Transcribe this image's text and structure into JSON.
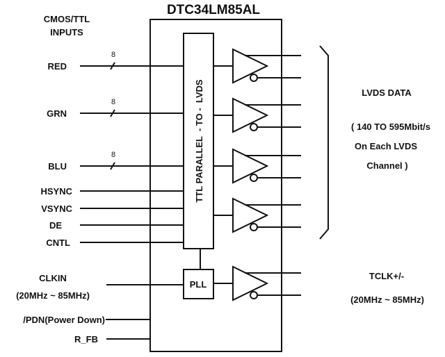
{
  "title": "DTC34LM85AL",
  "inputs_header": [
    "CMOS/TTL",
    "INPUTS"
  ],
  "bus_inputs": [
    {
      "label": "RED",
      "width": "8"
    },
    {
      "label": "GRN",
      "width": "8"
    },
    {
      "label": "BLU",
      "width": "8"
    }
  ],
  "control_inputs": [
    {
      "label": "HSYNC"
    },
    {
      "label": "VSYNC"
    },
    {
      "label": "DE"
    },
    {
      "label": "CNTL"
    }
  ],
  "clock_input": {
    "label": "CLKIN",
    "range": "(20MHz ~ 85MHz)"
  },
  "other_inputs": [
    {
      "label": "/PDN(Power Down)"
    },
    {
      "label": "R_FB"
    }
  ],
  "converter_block": {
    "label": "TTL PARALLEL  - TO -  LVDS"
  },
  "pll_block": {
    "label": "PLL"
  },
  "lvds_output": {
    "title": "LVDS DATA",
    "lines": [
      "( 140 TO 595Mbit/s",
      "On Each LVDS",
      "Channel )"
    ],
    "channel_count": 4
  },
  "clock_output": {
    "label": "TCLK+/-",
    "range": "(20MHz ~ 85MHz)"
  }
}
